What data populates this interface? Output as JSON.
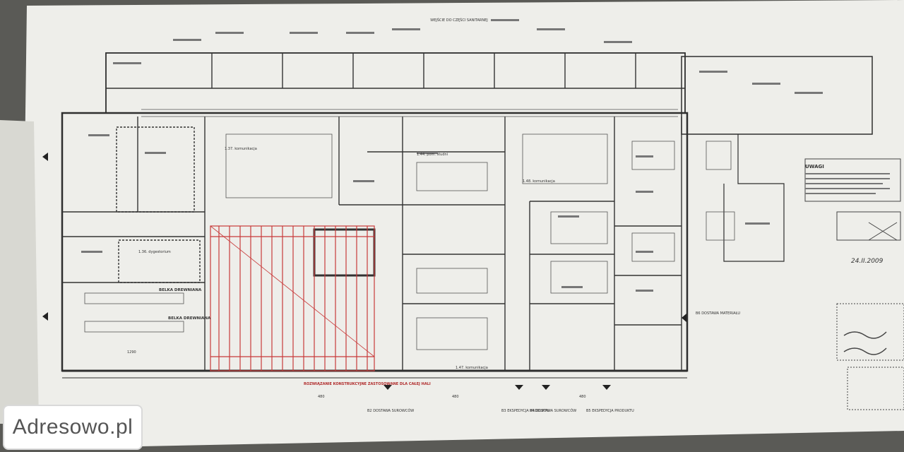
{
  "scene": {
    "background_color": "#5a5a56",
    "paper_color": "#eeeeea",
    "line_color": "#2e2e2e",
    "red_grid_color": "#c83a3a"
  },
  "labels": {
    "entrance_top": "WEJŚCIE DO CZĘŚCI SANITARNEJ",
    "uwagi": "UWAGI",
    "room_1_37": "1.37. komunikacja",
    "room_1_36": "1.36. dygestorium",
    "room_1_47": "1.47. komunikacja",
    "room_1_44": "1.44. pom. studni",
    "room_1_48": "1.48. komunikacja",
    "beam_1": "BELKA DREWNIANA",
    "beam_2": "BELKA DREWNIANA",
    "note_red": "ROZWIĄZANIE KONSTRUKCYJNE ZASTOSOWANE DLA CAŁEJ HALI",
    "b2_label": "B2 DOSTAWA SUROWCÓW",
    "b3_label": "B3 EKSPEDYCJA PRODUKTU",
    "b4_label": "B4 DOSTAWA SUROWCÓW",
    "b5_label": "B5 EKSPEDYCJA PRODUKTU",
    "b6_label": "B6 DOSTAWA MATERIAŁU",
    "dim_1290": "1290",
    "dim_480_a": "480",
    "dim_480_b": "480",
    "dim_480_c": "480",
    "handwritten_date": "24.II.2009"
  },
  "watermark": {
    "text": "Adresowo.pl"
  }
}
